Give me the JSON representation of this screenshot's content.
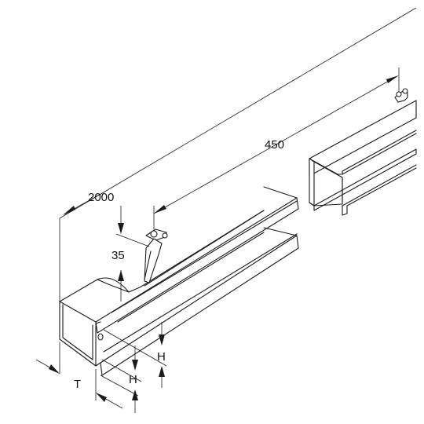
{
  "dimensions": {
    "length": "2000",
    "spacing": "450",
    "height": "35",
    "h_upper": "H",
    "h_lower": "H",
    "depth": "T"
  },
  "colors": {
    "line": "#1a1a1a",
    "background": "#ffffff"
  }
}
